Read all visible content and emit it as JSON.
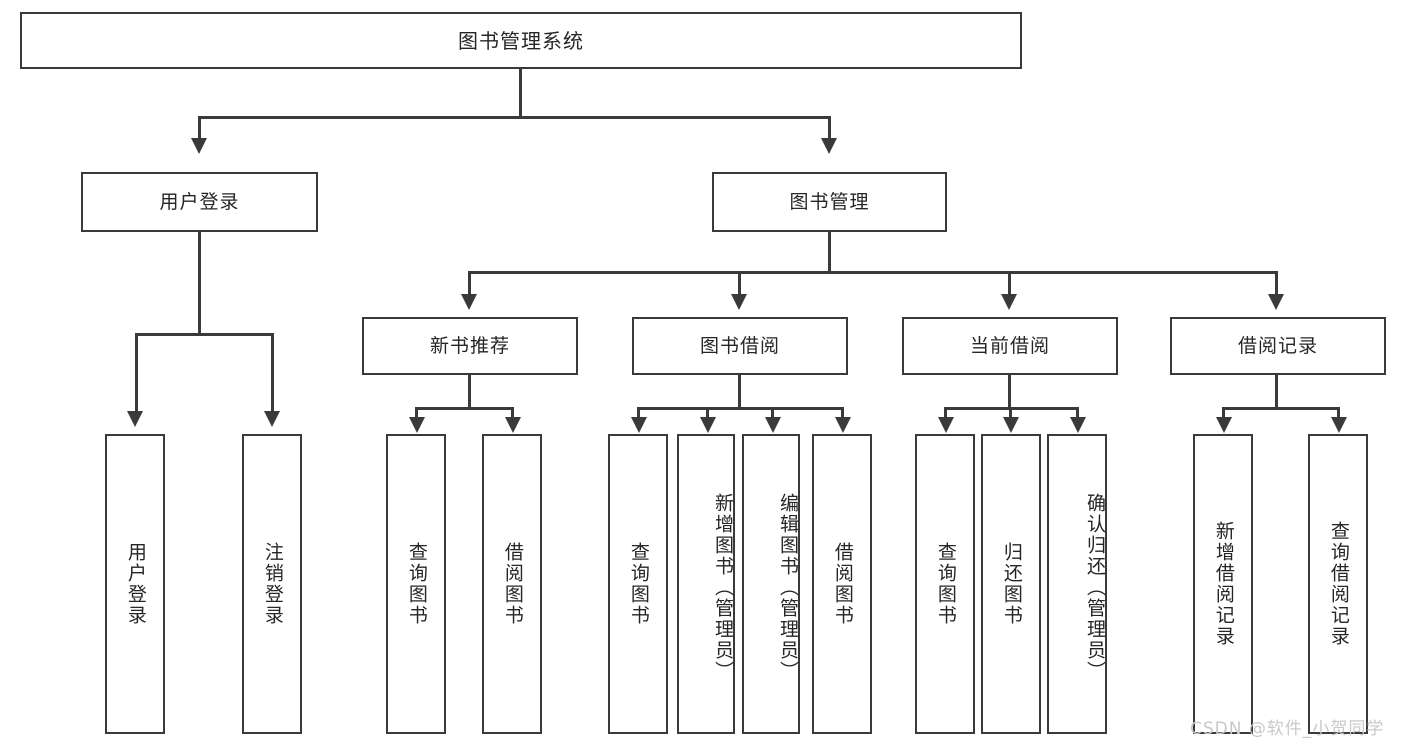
{
  "diagram": {
    "title": "图书管理系统",
    "type": "tree-hierarchy",
    "watermark": "CSDN @软件_小贺同学",
    "colors": {
      "line": "#3a3a3a",
      "box_border": "#3a3a3a",
      "box_fill": "#ffffff",
      "text": "#262626",
      "watermark": "#c9c9c9",
      "background": "#ffffff"
    },
    "root": {
      "label": "图书管理系统"
    },
    "level1": [
      {
        "id": "user-login",
        "label": "用户登录"
      },
      {
        "id": "book-management",
        "label": "图书管理"
      }
    ],
    "level2": [
      {
        "id": "new-book-recommend",
        "label": "新书推荐"
      },
      {
        "id": "book-borrow",
        "label": "图书借阅"
      },
      {
        "id": "current-borrow",
        "label": "当前借阅"
      },
      {
        "id": "borrow-record",
        "label": "借阅记录"
      }
    ],
    "leaves": {
      "user_login": [
        {
          "id": "leaf-user-login",
          "label": "用户登录"
        },
        {
          "id": "leaf-logout",
          "label": "注销登录"
        }
      ],
      "new_book_recommend": [
        {
          "id": "leaf-query-book-1",
          "label": "查询图书"
        },
        {
          "id": "leaf-borrow-book-1",
          "label": "借阅图书"
        }
      ],
      "book_borrow": [
        {
          "id": "leaf-query-book-2",
          "label": "查询图书"
        },
        {
          "id": "leaf-add-book",
          "label": "新增图书（管理员）"
        },
        {
          "id": "leaf-edit-book",
          "label": "编辑图书（管理员）"
        },
        {
          "id": "leaf-borrow-book-2",
          "label": "借阅图书"
        }
      ],
      "current_borrow": [
        {
          "id": "leaf-query-book-3",
          "label": "查询图书"
        },
        {
          "id": "leaf-return-book",
          "label": "归还图书"
        },
        {
          "id": "leaf-confirm-return",
          "label": "确认归还（管理员）"
        }
      ],
      "borrow_record": [
        {
          "id": "leaf-add-record",
          "label": "新增借阅记录"
        },
        {
          "id": "leaf-query-record",
          "label": "查询借阅记录"
        }
      ]
    }
  }
}
